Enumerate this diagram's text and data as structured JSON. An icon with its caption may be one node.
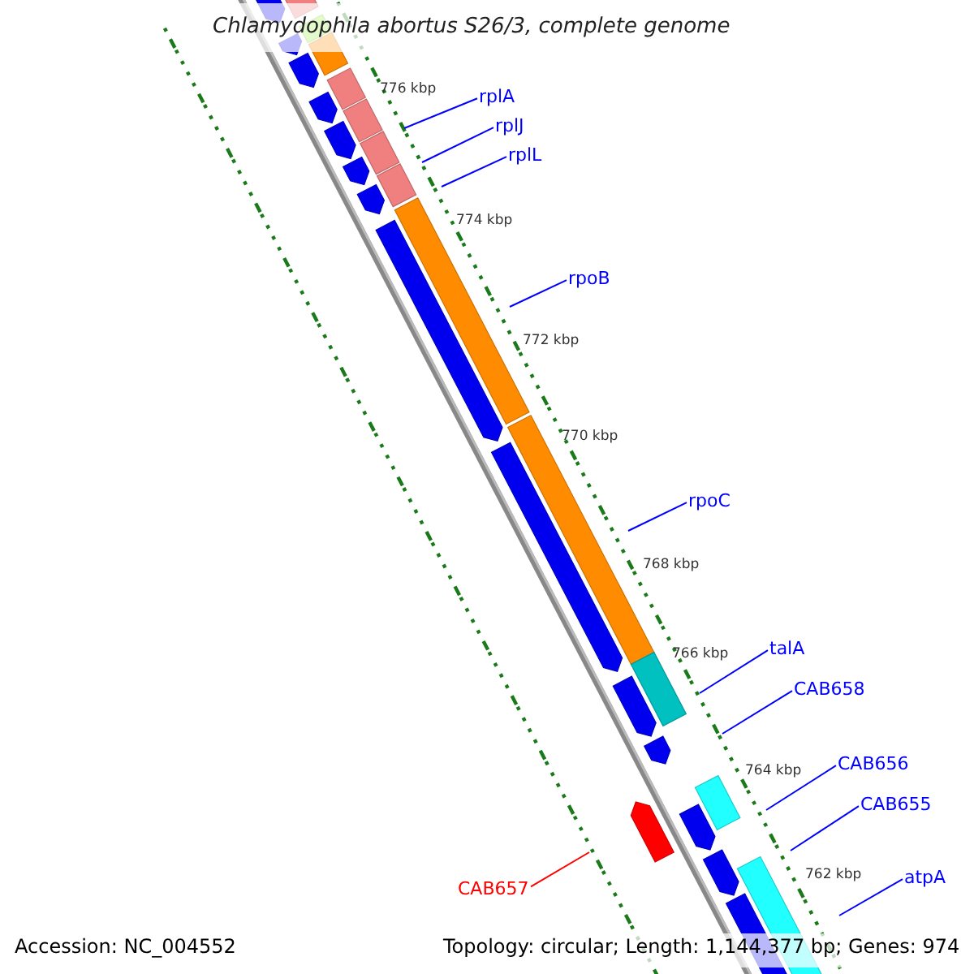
{
  "diagram": {
    "title": "Chlamydophila abortus S26/3, complete genome",
    "nodes": [
      {
        "text": [
          "rplA"
        ]
      },
      {
        "text": [
          "rplJ"
        ]
      },
      {
        "text": [
          "rplL"
        ]
      },
      {
        "text": [
          "rpoB"
        ]
      },
      {
        "text": [
          "rpoC"
        ]
      },
      {
        "text": [
          "talA"
        ]
      },
      {
        "text": [
          "CAB658"
        ]
      },
      {
        "text": [
          "CAB656"
        ]
      },
      {
        "text": [
          "CAB655"
        ]
      },
      {
        "text": [
          "atpA"
        ]
      },
      {
        "text": [
          "CAB657"
        ]
      }
    ],
    "edges": [
      {
        "from": 0,
        "to": null,
        "arrow": "none"
      },
      {
        "from": 1,
        "to": null,
        "arrow": "none"
      },
      {
        "from": 2,
        "to": null,
        "arrow": "none"
      },
      {
        "from": 3,
        "to": null,
        "arrow": "none"
      },
      {
        "from": 4,
        "to": null,
        "arrow": "none"
      },
      {
        "from": 5,
        "to": null,
        "arrow": "none"
      },
      {
        "from": 6,
        "to": null,
        "arrow": "none"
      },
      {
        "from": 7,
        "to": null,
        "arrow": "none"
      },
      {
        "from": 8,
        "to": null,
        "arrow": "none"
      },
      {
        "from": 9,
        "to": null,
        "arrow": "none"
      },
      {
        "from": 10,
        "to": null,
        "arrow": "none",
        "color": "#ff0000"
      }
    ],
    "labels": [
      "776 kbp",
      "774 kbp",
      "772 kbp",
      "770 kbp",
      "768 kbp",
      "766 kbp",
      "764 kbp",
      "762 kbp",
      "Accession: NC_004552",
      "Topology: circular; Length: 1,144,377 bp; Genes: 974"
    ]
  }
}
